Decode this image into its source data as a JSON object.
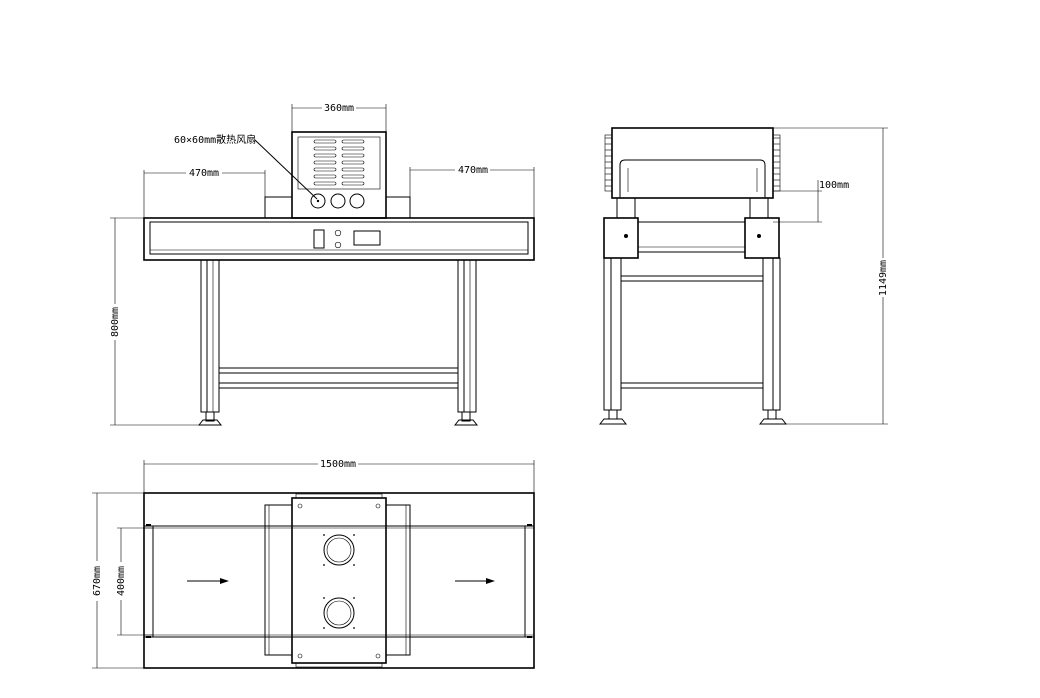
{
  "front_view": {
    "fan_label": "60×60mm散热风扇",
    "dim_top_width": "360mm",
    "dim_left_width": "470mm",
    "dim_right_width": "470mm",
    "dim_height": "800mm"
  },
  "side_view": {
    "dim_offset": "100mm",
    "dim_total_height": "1149mm"
  },
  "top_view": {
    "dim_length": "1500mm",
    "dim_total_width": "670mm",
    "dim_belt_width": "400mm"
  }
}
